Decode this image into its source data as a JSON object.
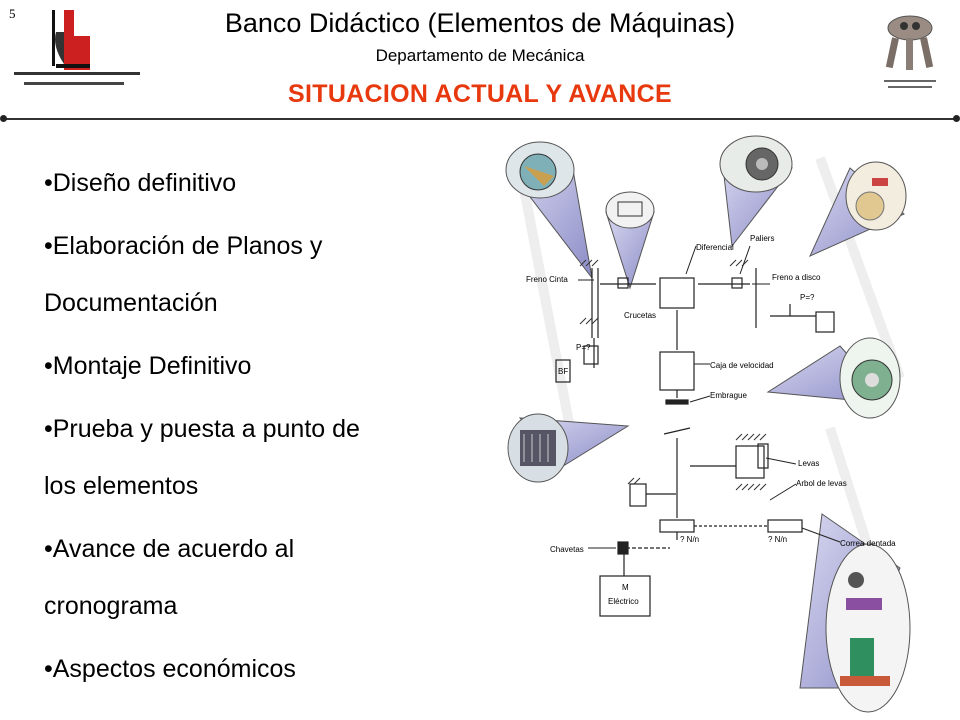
{
  "slide_number": "5",
  "header": {
    "title": "Banco Didáctico (Elementos de Máquinas)",
    "subtitle": "Departamento de Mecánica",
    "heading": "SITUACION ACTUAL Y AVANCE"
  },
  "bullets": [
    {
      "line1": "•Diseño definitivo",
      "line2": ""
    },
    {
      "line1": "•Elaboración  de Planos y",
      "line2": "Documentación"
    },
    {
      "line1": "•Montaje Definitivo",
      "line2": ""
    },
    {
      "line1": "•Prueba y puesta a punto de",
      "line2": "los elementos"
    },
    {
      "line1": "•Avance de acuerdo al",
      "line2": "cronograma"
    },
    {
      "line1": "•Aspectos económicos",
      "line2": ""
    }
  ],
  "diagram_labels": {
    "freno_cinta": "Freno Cinta",
    "diferencial": "Diferencial",
    "paliers": "Paliers",
    "freno_disco": "Freno a disco",
    "crucetas": "Crucetas",
    "p1": "P=?",
    "p2": "P=?",
    "bf": "BF",
    "caja": "Caja de velocidad",
    "embrague": "Embrague",
    "levas": "Levas",
    "arbol": "Arbol de levas",
    "nn1": "? N/n",
    "nn2": "? N/n",
    "correa": "Correa dentada",
    "chavetas": "Chavetas",
    "motor_m": "M",
    "motor_e": "Eléctrico"
  },
  "colors": {
    "heading": "#e8380d",
    "logo_red": "#cc1f1f",
    "cone": "#a8a8d8"
  }
}
